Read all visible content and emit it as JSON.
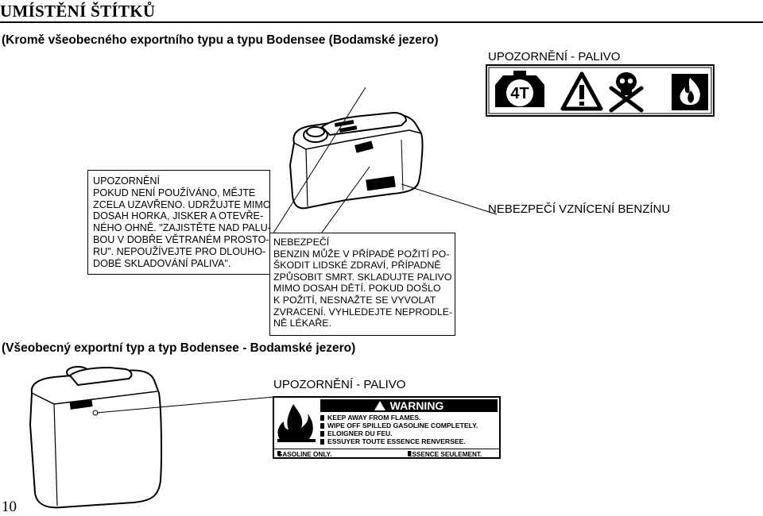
{
  "page": {
    "title": "UMÍSTĚNÍ ŠTÍTKŮ",
    "page_number": "10"
  },
  "section1": {
    "heading": "(Kromě všeobecného exportního typu a typu Bodensee (Bodamské jezero)",
    "fuel_caution_label": "UPOZORNĚNÍ - PALIVO",
    "fuel_symbol_text": "4T",
    "fire_hazard_label": "NEBEZPEČÍ VZNÍCENÍ BENZÍNU",
    "caution_box_lines": [
      "UPOZORNĚNÍ",
      "POKUD NENÍ POUŽÍVÁNO, MĚJTE",
      "ZCELA UZAVŘENO. UDRŽUJTE MIMO",
      "DOSAH HORKA, JISKER A OTEVŘE-",
      "NÉHO OHNĚ. \"ZAJISTĚTE NAD PALU-",
      "BOU V DOBŘE VĚTRANÉM PROSTO-",
      "RU\". NEPOUŽÍVEJTE PRO DLOUHO-",
      "DOBÉ SKLADOVÁNÍ PALIVA\"."
    ],
    "danger_box_lines": [
      "NEBEZPEČÍ",
      "BENZIN MŮŽE V PŘÍPADĚ POŽITÍ PO-",
      "ŠKODIT LIDSKÉ ZDRAVÍ, PŘÍPADNĚ",
      "ZPŮSOBIT SMRT. SKLADUJTE PALIVO",
      "MIMO DOSAH DĚTÍ. POKUD DOŠLO",
      "K POŽITÍ, NESNAŽTE SE VYVOLAT",
      "ZVRACENÍ. VYHLEDEJTE NEPRODLE-",
      "NĚ LÉKAŘE."
    ]
  },
  "section2": {
    "heading": "(Všeobecný exportní typ a typ Bodensee - Bodamské jezero)",
    "fuel_caution_label": "UPOZORNĚNÍ - PALIVO",
    "warning_label": {
      "header": "WARNING",
      "lines": [
        "KEEP AWAY FROM FLAMES.",
        "WIPE OFF SPILLED GASOLINE COMPLETELY.",
        "ELOIGNER DU FEU.",
        "ESSUYER TOUTE ESSENCE RENVERSEE."
      ],
      "bottom_left": "GASOLINE ONLY.",
      "bottom_right": "ESSENCE SEULEMENT."
    }
  }
}
